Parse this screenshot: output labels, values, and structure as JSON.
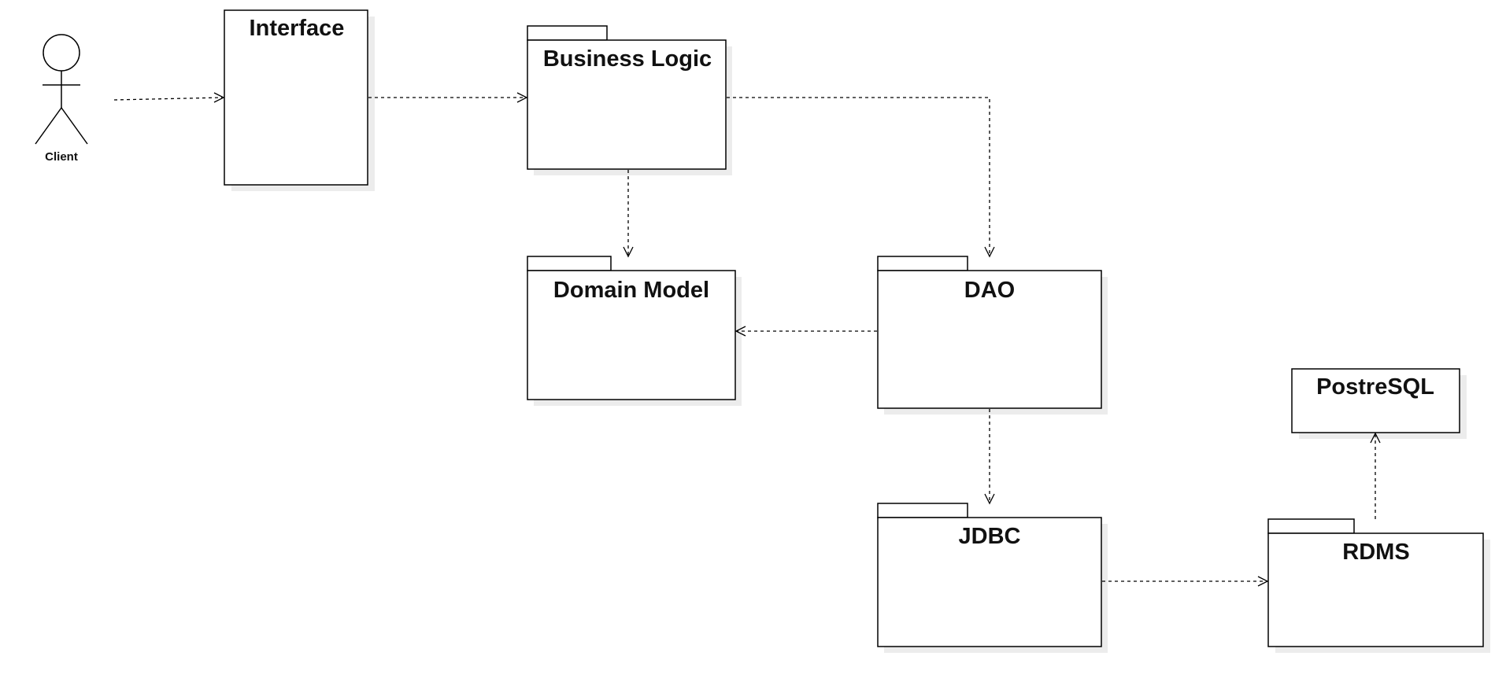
{
  "diagram": {
    "type": "UML package diagram",
    "actor": {
      "label": "Client"
    },
    "nodes": {
      "interface": {
        "label": "Interface"
      },
      "business_logic": {
        "label": "Business Logic"
      },
      "domain_model": {
        "label": "Domain Model"
      },
      "dao": {
        "label": "DAO"
      },
      "jdbc": {
        "label": "JDBC"
      },
      "rdms": {
        "label": "RDMS"
      },
      "postgresql": {
        "label": "PostreSQL"
      }
    },
    "edges": [
      {
        "from": "actor",
        "to": "interface",
        "style": "dashed-open-arrow"
      },
      {
        "from": "interface",
        "to": "business_logic",
        "style": "dashed-open-arrow"
      },
      {
        "from": "business_logic",
        "to": "domain_model",
        "style": "dashed-open-arrow"
      },
      {
        "from": "business_logic",
        "to": "dao",
        "style": "dashed-open-arrow"
      },
      {
        "from": "dao",
        "to": "domain_model",
        "style": "dashed-open-arrow"
      },
      {
        "from": "dao",
        "to": "jdbc",
        "style": "dashed-open-arrow"
      },
      {
        "from": "jdbc",
        "to": "rdms",
        "style": "dashed-open-arrow"
      },
      {
        "from": "rdms",
        "to": "postgresql",
        "style": "dashed-open-arrow"
      }
    ]
  }
}
